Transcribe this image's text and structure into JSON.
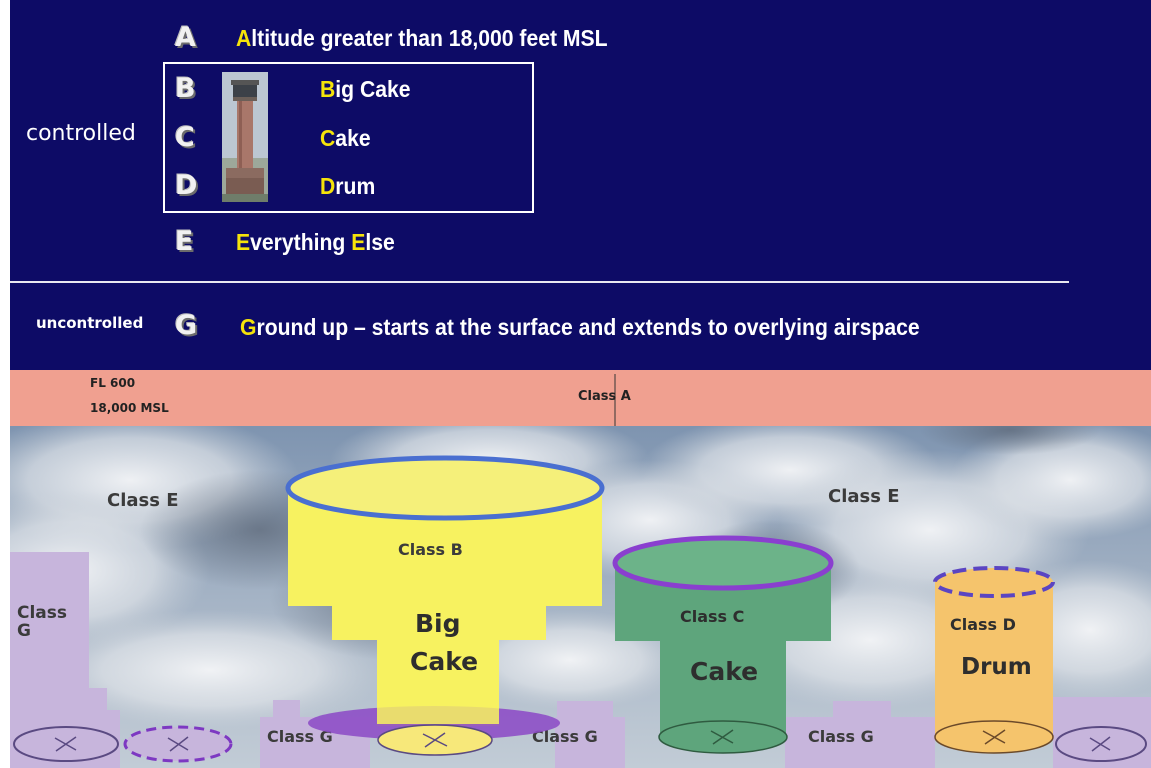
{
  "legend": {
    "controlled_label": "controlled",
    "uncontrolled_label": "uncontrolled",
    "rows": [
      {
        "letter": "A",
        "first": "A",
        "rest": "ltitude greater than 18,000 feet MSL"
      },
      {
        "letter": "B",
        "first": "B",
        "rest": "ig Cake"
      },
      {
        "letter": "C",
        "first": "C",
        "rest": "ake"
      },
      {
        "letter": "D",
        "first": "D",
        "rest": "rum"
      },
      {
        "letter": "E",
        "first": "E",
        "mid": "verything ",
        "second": "E",
        "rest": "lse"
      },
      {
        "letter": "G",
        "first": "G",
        "rest": "round up – starts at the surface and extends to overlying airspace"
      }
    ]
  },
  "diagram": {
    "class_a_label": "Class A",
    "fl600": "FL 600",
    "msl18000": "18,000 MSL",
    "class_e_left": "Class E",
    "class_e_right": "Class E",
    "class_g_tall_line1": "Class",
    "class_g_tall_line2": "G",
    "class_b": "Class B",
    "class_b_nick1": "Big",
    "class_b_nick2": "Cake",
    "class_c": "Class C",
    "class_c_nick": "Cake",
    "class_d": "Class D",
    "class_d_nick": "Drum",
    "class_g_low1": "Class G",
    "class_g_low2": "Class G",
    "class_g_low3": "Class G"
  },
  "colors": {
    "panel": "#0d0b66",
    "highlight": "#f5e30a",
    "class_a_band": "#f0a090",
    "class_b": "#f7f260",
    "class_c": "#5ea57c",
    "class_d": "#f5c46c",
    "class_g": "#c7b5dc"
  }
}
